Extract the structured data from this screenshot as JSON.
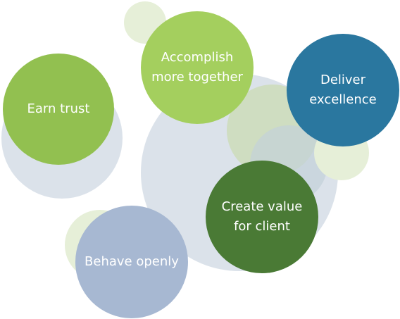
{
  "values": [
    {
      "id": "earn-trust",
      "label": "Earn trust",
      "color": "#92c050"
    },
    {
      "id": "accomplish-together",
      "label": "Accomplish\nmore together",
      "color": "#a4cf5e"
    },
    {
      "id": "deliver-excellence",
      "label": "Deliver\nexcellence",
      "color": "#2a779f"
    },
    {
      "id": "create-value",
      "label": "Create value\nfor client",
      "color": "#4a7a35"
    },
    {
      "id": "behave-openly",
      "label": "Behave openly",
      "color": "#a7b8d2"
    }
  ],
  "colors": {
    "background_grey": "#dbe2ea",
    "background_light_green": "#e6efd8",
    "background_mid_green": "#ccdcba"
  }
}
